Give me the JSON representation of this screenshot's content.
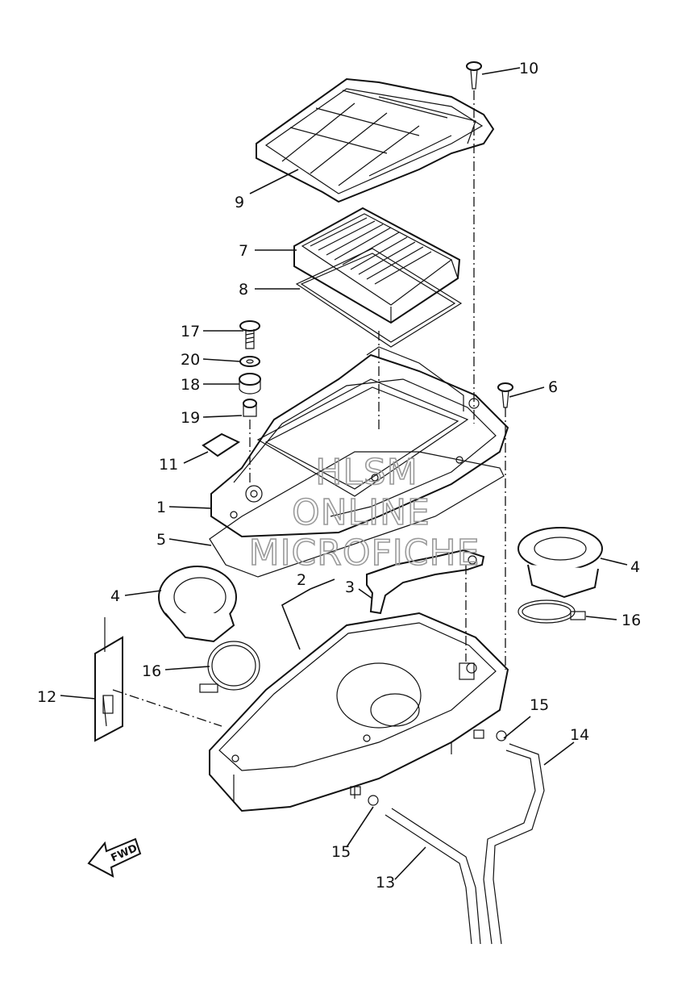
{
  "labels": {
    "p1": "1",
    "p2": "2",
    "p3": "3",
    "p4a": "4",
    "p4b": "4",
    "p5": "5",
    "p6": "6",
    "p7": "7",
    "p8": "8",
    "p9": "9",
    "p10": "10",
    "p11": "11",
    "p12": "12",
    "p13": "13",
    "p14": "14",
    "p15a": "15",
    "p15b": "15",
    "p16a": "16",
    "p16b": "16",
    "p17": "17",
    "p18": "18",
    "p19": "19",
    "p20": "20"
  },
  "watermark": {
    "line1": "HLSM",
    "line2": "ONLINE",
    "line3": "MICROFICHE"
  },
  "fwd_label": "FWD"
}
